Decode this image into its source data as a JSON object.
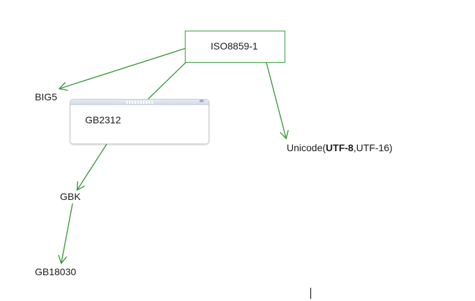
{
  "diagram": {
    "edge_color": "#3a9a3a",
    "root": {
      "label": "ISO8859-1"
    },
    "nodes": {
      "big5": {
        "label": "BIG5"
      },
      "gb2312": {
        "label": "GB2312"
      },
      "gbk": {
        "label": "GBK"
      },
      "gb18030": {
        "label": "GB18030"
      },
      "unicode": {
        "prefix": "Unicode(",
        "bold": "UTF-8",
        "suffix": ",UTF-16)"
      }
    },
    "edges": [
      {
        "from": "ISO8859-1",
        "to": "BIG5"
      },
      {
        "from": "ISO8859-1",
        "to": "GB2312"
      },
      {
        "from": "ISO8859-1",
        "to": "Unicode(UTF-8,UTF-16)"
      },
      {
        "from": "GB2312",
        "to": "GBK"
      },
      {
        "from": "GBK",
        "to": "GB18030"
      }
    ]
  }
}
